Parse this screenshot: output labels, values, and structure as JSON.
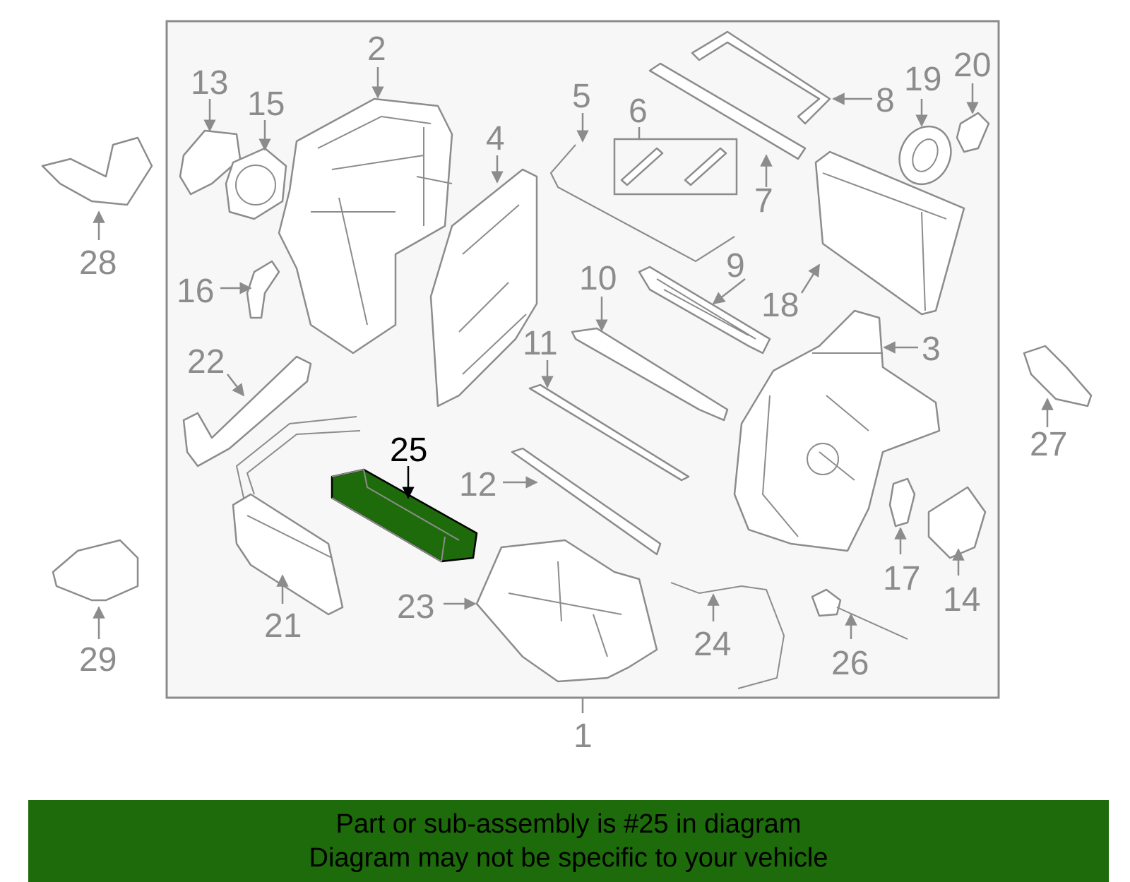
{
  "diagram": {
    "highlighted_part": "25",
    "colors": {
      "frame_fill": "#f7f7f7",
      "line": "#8c8c8c",
      "highlight_fill": "#1d6b0a",
      "highlight_text": "#000000",
      "banner": "#1d6b0a"
    },
    "callouts": {
      "c1": "1",
      "c2": "2",
      "c3": "3",
      "c4": "4",
      "c5": "5",
      "c6": "6",
      "c7": "7",
      "c8": "8",
      "c9": "9",
      "c10": "10",
      "c11": "11",
      "c12": "12",
      "c13": "13",
      "c14": "14",
      "c15": "15",
      "c16": "16",
      "c17": "17",
      "c18": "18",
      "c19": "19",
      "c20": "20",
      "c21": "21",
      "c22": "22",
      "c23": "23",
      "c24": "24",
      "c25": "25",
      "c26": "26",
      "c27": "27",
      "c28": "28",
      "c29": "29"
    }
  },
  "banner": {
    "line1": "Part or sub-assembly is #25 in diagram",
    "line2": "Diagram may not be specific to your vehicle"
  }
}
